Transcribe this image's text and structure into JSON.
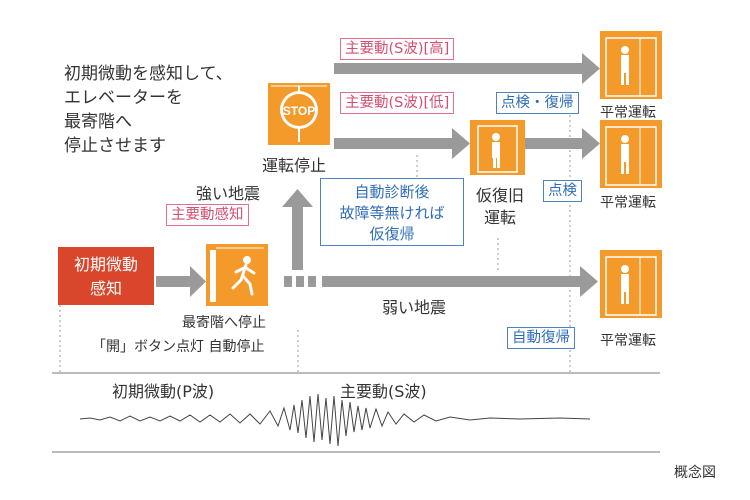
{
  "intro_text": "初期微動を感知して、\nエレベーターを\n最寄階へ\n停止させます",
  "start_box": "初期微動\n感知",
  "stop_label": "運転停止",
  "stop_sign_text": "STOP",
  "strong_quake": "強い地震",
  "main_motion_detect": "主要動感知",
  "main_high": "主要動(S波)[高]",
  "main_low": "主要動(S波)[低]",
  "inspect_restore": "点検・復帰",
  "inspect": "点検",
  "auto_restore": "自動復帰",
  "normal_1": "平常運転",
  "normal_2": "平常運転",
  "normal_3": "平常運転",
  "auto_diag": "自動診断後\n故障等無ければ\n仮復帰",
  "temp_restore": "仮復旧",
  "temp_restore_2": "運転",
  "nearest_stop": "最寄階へ停止",
  "open_button": "「開」ボタン点灯 自動停止",
  "weak_quake": "弱い地震",
  "p_wave": "初期微動(P波)",
  "s_wave": "主要動(S波)",
  "caption": "概念図",
  "colors": {
    "orange": "#f39a2b",
    "arrow": "#9a9a9a",
    "red": "#d9462c",
    "pink": "#d24f6f",
    "blue": "#2f6db8"
  }
}
